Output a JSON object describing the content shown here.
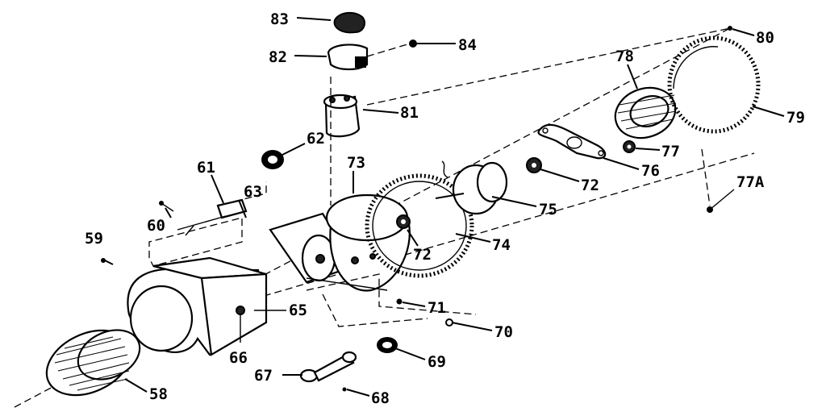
{
  "labels": {
    "p58": "58",
    "p59": "59",
    "p60": "60",
    "p61": "61",
    "p62": "62",
    "p63": "63",
    "p65": "65",
    "p66": "66",
    "p67": "67",
    "p68": "68",
    "p69": "69",
    "p70": "70",
    "p71": "71",
    "p72a": "72",
    "p72b": "72",
    "p73": "73",
    "p74": "74",
    "p75": "75",
    "p76": "76",
    "p77": "77",
    "p77a": "77A",
    "p78": "78",
    "p79": "79",
    "p80": "80",
    "p81": "81",
    "p82": "82",
    "p83": "83",
    "p84": "84"
  }
}
